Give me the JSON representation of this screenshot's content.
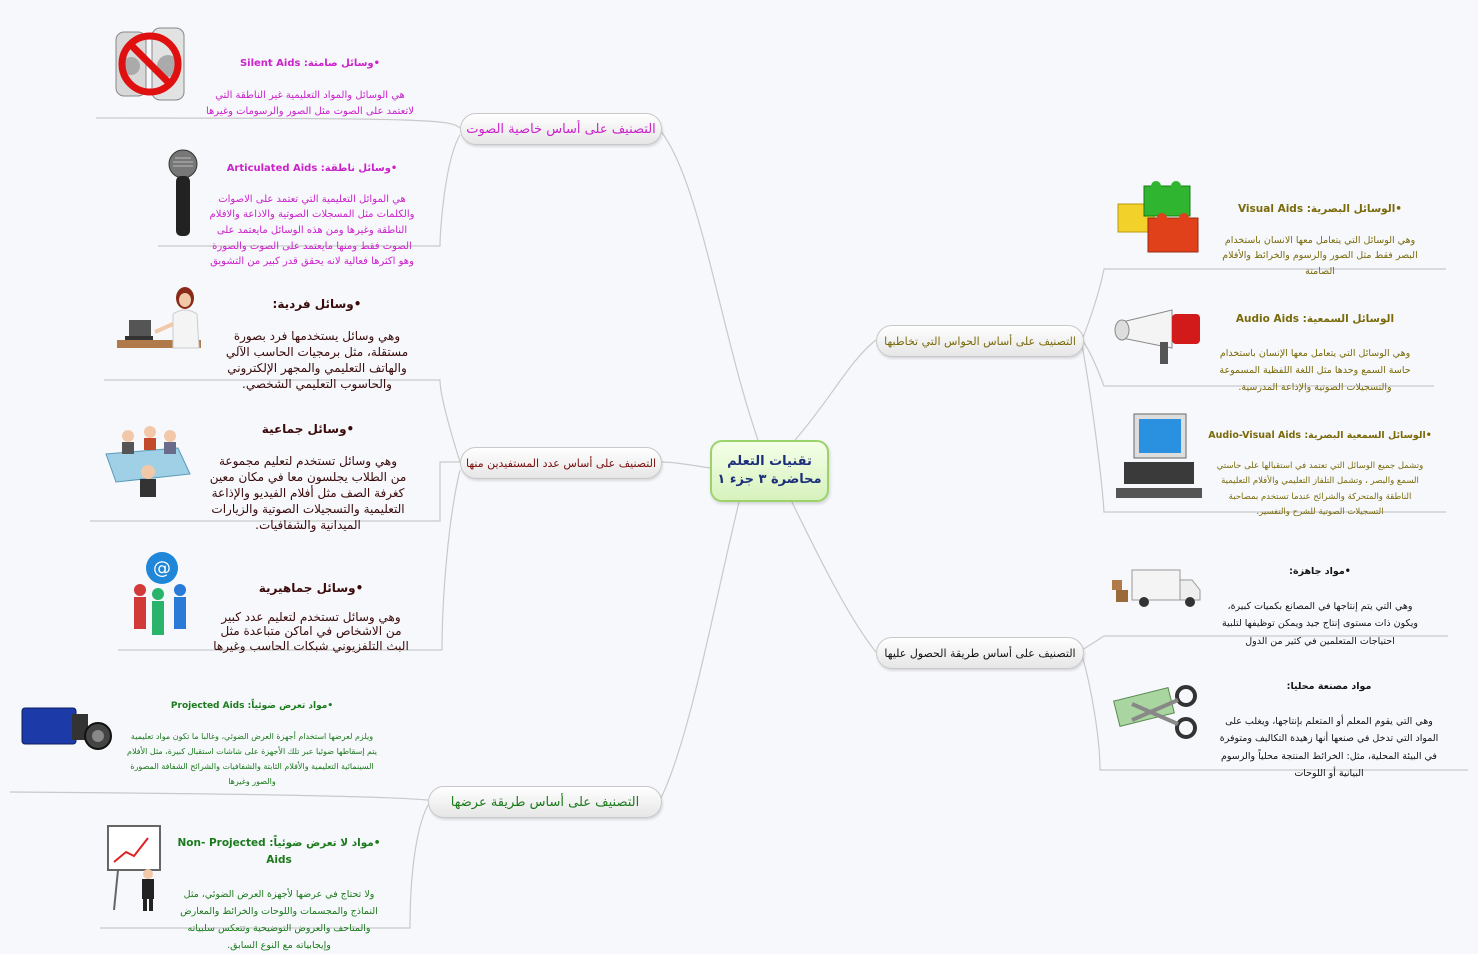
{
  "center": {
    "line1": "تقنيات التعلم",
    "line2": "محاضرة ٣ جزء ١"
  },
  "branches": {
    "sound": "التصنيف على أساس خاصية الصوت",
    "users": "التصنيف على أساس عدد المستفيدين منها",
    "display": "التصنيف على أساس طريقة عرضها",
    "senses": "التصنيف على أساس الحواس التي تخاطبها",
    "obtain": "التصنيف على أساس طريقة الحصول عليها"
  },
  "leaves": {
    "silent": {
      "title": "•وسائل صامتة: Silent Aids",
      "body": "هي الوسائل والمواد التعليمية غير الناطقة التي\nلاتعتمد على الصوت مثل الصور والرسومات وغيرها"
    },
    "articulated": {
      "title": "•وسائل ناطقة: Articulated Aids",
      "body": "هي الموائل التعليمية التي تعتمد على الاصوات\nوالكلمات مثل المسجلات الصوتية والاذاعة والافلام\nالناطقة وغيرها ومن هذه الوسائل مايعتمد على\nالصوت فقط ومنها مايعتمد على الصوت والصورة\nوهو اكثرها فعالية لانه يحقق قدر كبير من التشويق"
    },
    "individual": {
      "title": "•وسائل فردية:",
      "body": "وهي وسائل يستخدمها فرد بصورة\nمستقلة، مثل برمجيات الحاسب الآلي\nوالهاتف التعليمي والمجهر الإلكتروني\nوالحاسوب التعليمي الشخصي."
    },
    "group": {
      "title": "•وسائل جماعية",
      "body": "وهي وسائل تستخدم لتعليم مجموعة\nمن الطلاب يجلسون معا في مكان معين\nكغرفة الصف مثل أفلام الفيديو والإذاعة\nالتعليمية والتسجيلات الصوتية والزيارات\nالميدانية والشفافيات."
    },
    "mass": {
      "title": "•وسائل جماهيرية",
      "body": "وهي وسائل تستخدم لتعليم عدد كبير\nمن الاشخاص في اماكن متباعدة مثل\nالبث التلفزيوني شبكات الحاسب وغيرها"
    },
    "projected": {
      "title": "•مواد تعرض ضوئياً: Projected Aids",
      "body": "ويلزم لعرضها استخدام أجهزة العرض الضوئي، وغالبا ما تكون مواد تعليمية\nيتم إسقاطها ضوئيا عبر تلك الأجهزة على شاشات استقبال كبيرة، مثل الأفلام\nالسينمائية التعليمية والأفلام الثابتة والشفافيات والشرائح الشفافة المصورة\nوالصور وغيرها"
    },
    "nonprojected": {
      "title": "•مواد لا تعرض ضوئياً: Non- Projected Aids",
      "body": "ولا تحتاج في عرضها لأجهزة العرض الضوئي، مثل\nالنماذج والمجسمات واللوحات والخرائط والمعارض\nوالمتاحف والعروض التوضيحية وتتعكس سلبياته\nوإيجابياته مع النوع السابق."
    },
    "visual": {
      "title": "•الوسائل البصرية: Visual Aids",
      "body": "وهي الوسائل التي يتعامل معها الانسان باستخدام\nالبصر فقط مثل الصور والرسوم والخرائط والأفلام\nالصامتة"
    },
    "audio": {
      "title": "الوسائل السمعية: Audio Aids",
      "body": "وهي الوسائل التي يتعامل معها الإنسان باستخدام\nحاسة السمع وحدها مثل اللغة اللفظية المسموعة\nوالتسجيلات الصوتية والإذاعة المدرسية."
    },
    "audiovisual": {
      "title": "•الوسائل السمعية البصرية: Audio-Visual Aids",
      "body": "وتشمل جميع الوسائل التي تعتمد في استقبالها على حاستي\nالسمع والبصر ، وتشمل التلفاز التعليمي والأفلام التعليمية\nالناطقة والمتحركة والشرائح عندما تستخدم بمصاحبة\nالتسجيلات الصوتية للشرح والتفسير."
    },
    "ready": {
      "title": "•مواد جاهزة:",
      "body": "وهي التي يتم إنتاجها في المصانع بكميات كبيرة،\nويكون ذات مستوى إنتاج جيد ويمكن توظيفها لتلبية\nاحتياجات المتعلمين في كثير من الدول"
    },
    "local": {
      "title": "مواد مصنعة محليا:",
      "body": "وهي التي يقوم المعلم أو المتعلم بإنتاجها، ويغلب على\nالمواد التي تدخل في صنعها أنها زهيدة التكاليف ومتوفرة\nفي البيئة المحلية، مثل: الخرائط المنتجة محلياً والرسوم\nالبيانية أو اللوحات"
    }
  },
  "colors": {
    "sound": "#cc22cc",
    "users": "#7a0e0e",
    "display": "#1b7a1b",
    "senses": "#7a6a0a",
    "obtain": "#141414",
    "center_text": "#1c2f7a",
    "connector": "#c9c9c9"
  },
  "icons": {
    "silent": "no-sound-speaker-icon",
    "articulated": "microphone-icon",
    "individual": "woman-at-computer-icon",
    "group": "meeting-table-icon",
    "mass": "email-people-icon",
    "projected": "video-camera-icon",
    "nonprojected": "presenter-board-icon",
    "visual": "lego-bricks-icon",
    "audio": "megaphone-icon",
    "audiovisual": "desktop-computer-icon",
    "ready": "delivery-truck-icon",
    "local": "scissors-money-icon"
  }
}
